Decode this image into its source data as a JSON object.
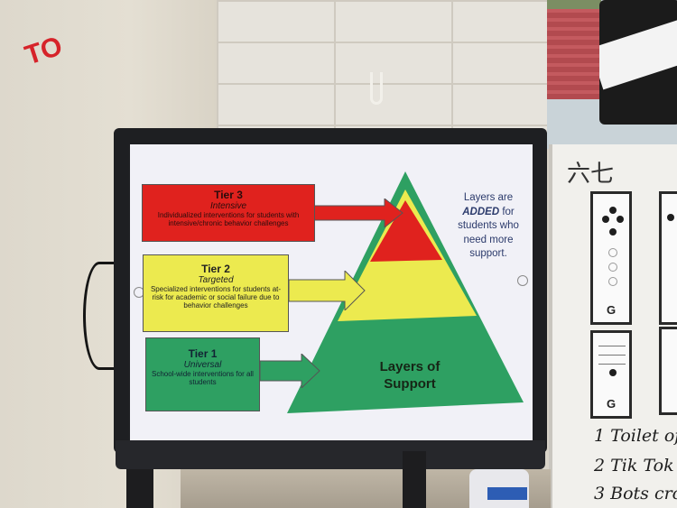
{
  "slide": {
    "tiers": [
      {
        "title": "Tier 3",
        "subtitle": "Intensive",
        "description": "Individualized interventions for students with intensive/chronic behavior challenges",
        "color": "#e0221e"
      },
      {
        "title": "Tier 2",
        "subtitle": "Targeted",
        "description": "Specialized interventions for students at-risk for academic or social failure due to behavior challenges",
        "color": "#ecea4f"
      },
      {
        "title": "Tier 1",
        "subtitle": "Universal",
        "description": "School-wide interventions for all students",
        "color": "#2ea062"
      }
    ],
    "pyramid_label_line1": "Layers of",
    "pyramid_label_line2": "Support",
    "side_note": {
      "line1": "Layers are",
      "emphasis": "ADDED",
      "after_emphasis": " for",
      "line3": "students who",
      "line4": "need more",
      "line5": "support."
    }
  },
  "background": {
    "sign_text": "TO",
    "whiteboard_heading": "六七",
    "card_labels": [
      "G",
      "G"
    ],
    "handwritten_list": [
      "1  Toilet of",
      "2  Tik Tok",
      "3  Bots cro"
    ]
  }
}
